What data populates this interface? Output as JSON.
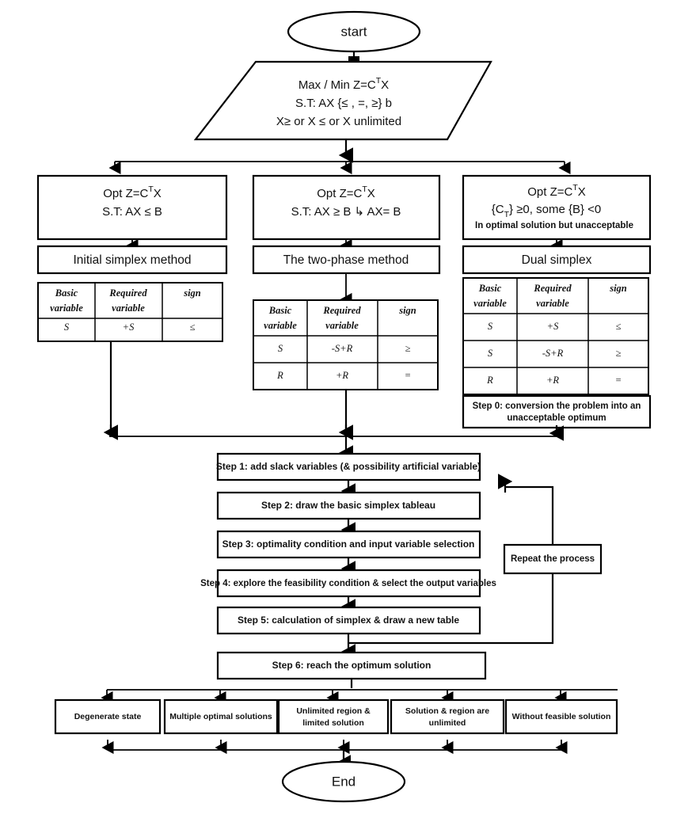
{
  "diagram": {
    "title": "Simplex Method Solution Flowchart",
    "colors": {
      "stroke": "#000000",
      "fill": "#ffffff",
      "text": "#111111"
    }
  },
  "terminals": {
    "start": "start",
    "end": "End"
  },
  "input_block": {
    "line1_pre": "Max / Min Z=C",
    "line1_sup": "T",
    "line1_post": "X",
    "line2": "S.T:        AX {≤ , =, ≥} b",
    "line3": "X≥ or  X ≤  or X unlimited"
  },
  "branches": [
    {
      "id": "left",
      "condition": {
        "line1_pre": "Opt Z=C",
        "line1_sup": "T",
        "line1_post": "X",
        "line2": "S.T:         AX ≤ B",
        "line3": ""
      },
      "method": "Initial simplex method",
      "table": {
        "headers": [
          "Basic variable",
          "Required variable",
          "sign"
        ],
        "header_lines": [
          [
            "Basic",
            "variable"
          ],
          [
            "Required",
            "variable"
          ],
          [
            "sign",
            ""
          ]
        ],
        "rows": [
          [
            "S",
            "+S",
            "≤"
          ]
        ]
      }
    },
    {
      "id": "middle",
      "condition": {
        "line1_pre": "Opt Z=C",
        "line1_sup": "T",
        "line1_post": "X",
        "line2": "S.T:        AX ≥ B ↳ AX= B",
        "line3": ""
      },
      "method": "The two-phase method",
      "table": {
        "headers": [
          "Basic variable",
          "Required variable",
          "sign"
        ],
        "header_lines": [
          [
            "Basic",
            "variable"
          ],
          [
            "Required",
            "variable"
          ],
          [
            "sign",
            ""
          ]
        ],
        "rows": [
          [
            "S",
            "-S+R",
            "≥"
          ],
          [
            "R",
            "+R",
            "="
          ]
        ]
      }
    },
    {
      "id": "right",
      "condition": {
        "line1_pre": "Opt Z=C",
        "line1_sup": "T",
        "line1_post": "X",
        "line2_pre": "{C",
        "line2_sub": "T",
        "line2_post": "} ≥0, some {B} <0",
        "line3": "In optimal solution but unacceptable"
      },
      "method": "Dual simplex",
      "table": {
        "headers": [
          "Basic variable",
          "Required variable",
          "sign"
        ],
        "header_lines": [
          [
            "Basic",
            "variable"
          ],
          [
            "Required",
            "variable"
          ],
          [
            "sign",
            ""
          ]
        ],
        "rows": [
          [
            "S",
            "+S",
            "≤"
          ],
          [
            "S",
            "-S+R",
            "≥"
          ],
          [
            "R",
            "+R",
            "="
          ]
        ]
      },
      "step0": {
        "line1": "Step 0: conversion the problem into an",
        "line2": "unacceptable optimum"
      }
    }
  ],
  "steps": [
    {
      "id": "step1",
      "label": "Step 1: add slack variables (& possibility artificial variable)"
    },
    {
      "id": "step2",
      "label": "Step 2: draw the basic simplex tableau"
    },
    {
      "id": "step3",
      "label": "Step 3: optimality condition and input variable selection"
    },
    {
      "id": "step4",
      "label": "Step 4: explore the feasibility condition & select the output variables"
    },
    {
      "id": "step5",
      "label": "Step 5: calculation of simplex & draw a new table"
    },
    {
      "id": "step6",
      "label": "Step 6: reach the optimum solution"
    }
  ],
  "loop": {
    "label": "Repeat the process"
  },
  "outcomes": [
    {
      "lines": [
        "Degenerate state",
        ""
      ]
    },
    {
      "lines": [
        "Multiple optimal solutions",
        ""
      ]
    },
    {
      "lines": [
        "Unlimited region &",
        "limited solution"
      ]
    },
    {
      "lines": [
        "Solution & region are",
        "unlimited"
      ]
    },
    {
      "lines": [
        "Without feasible solution",
        ""
      ]
    }
  ]
}
